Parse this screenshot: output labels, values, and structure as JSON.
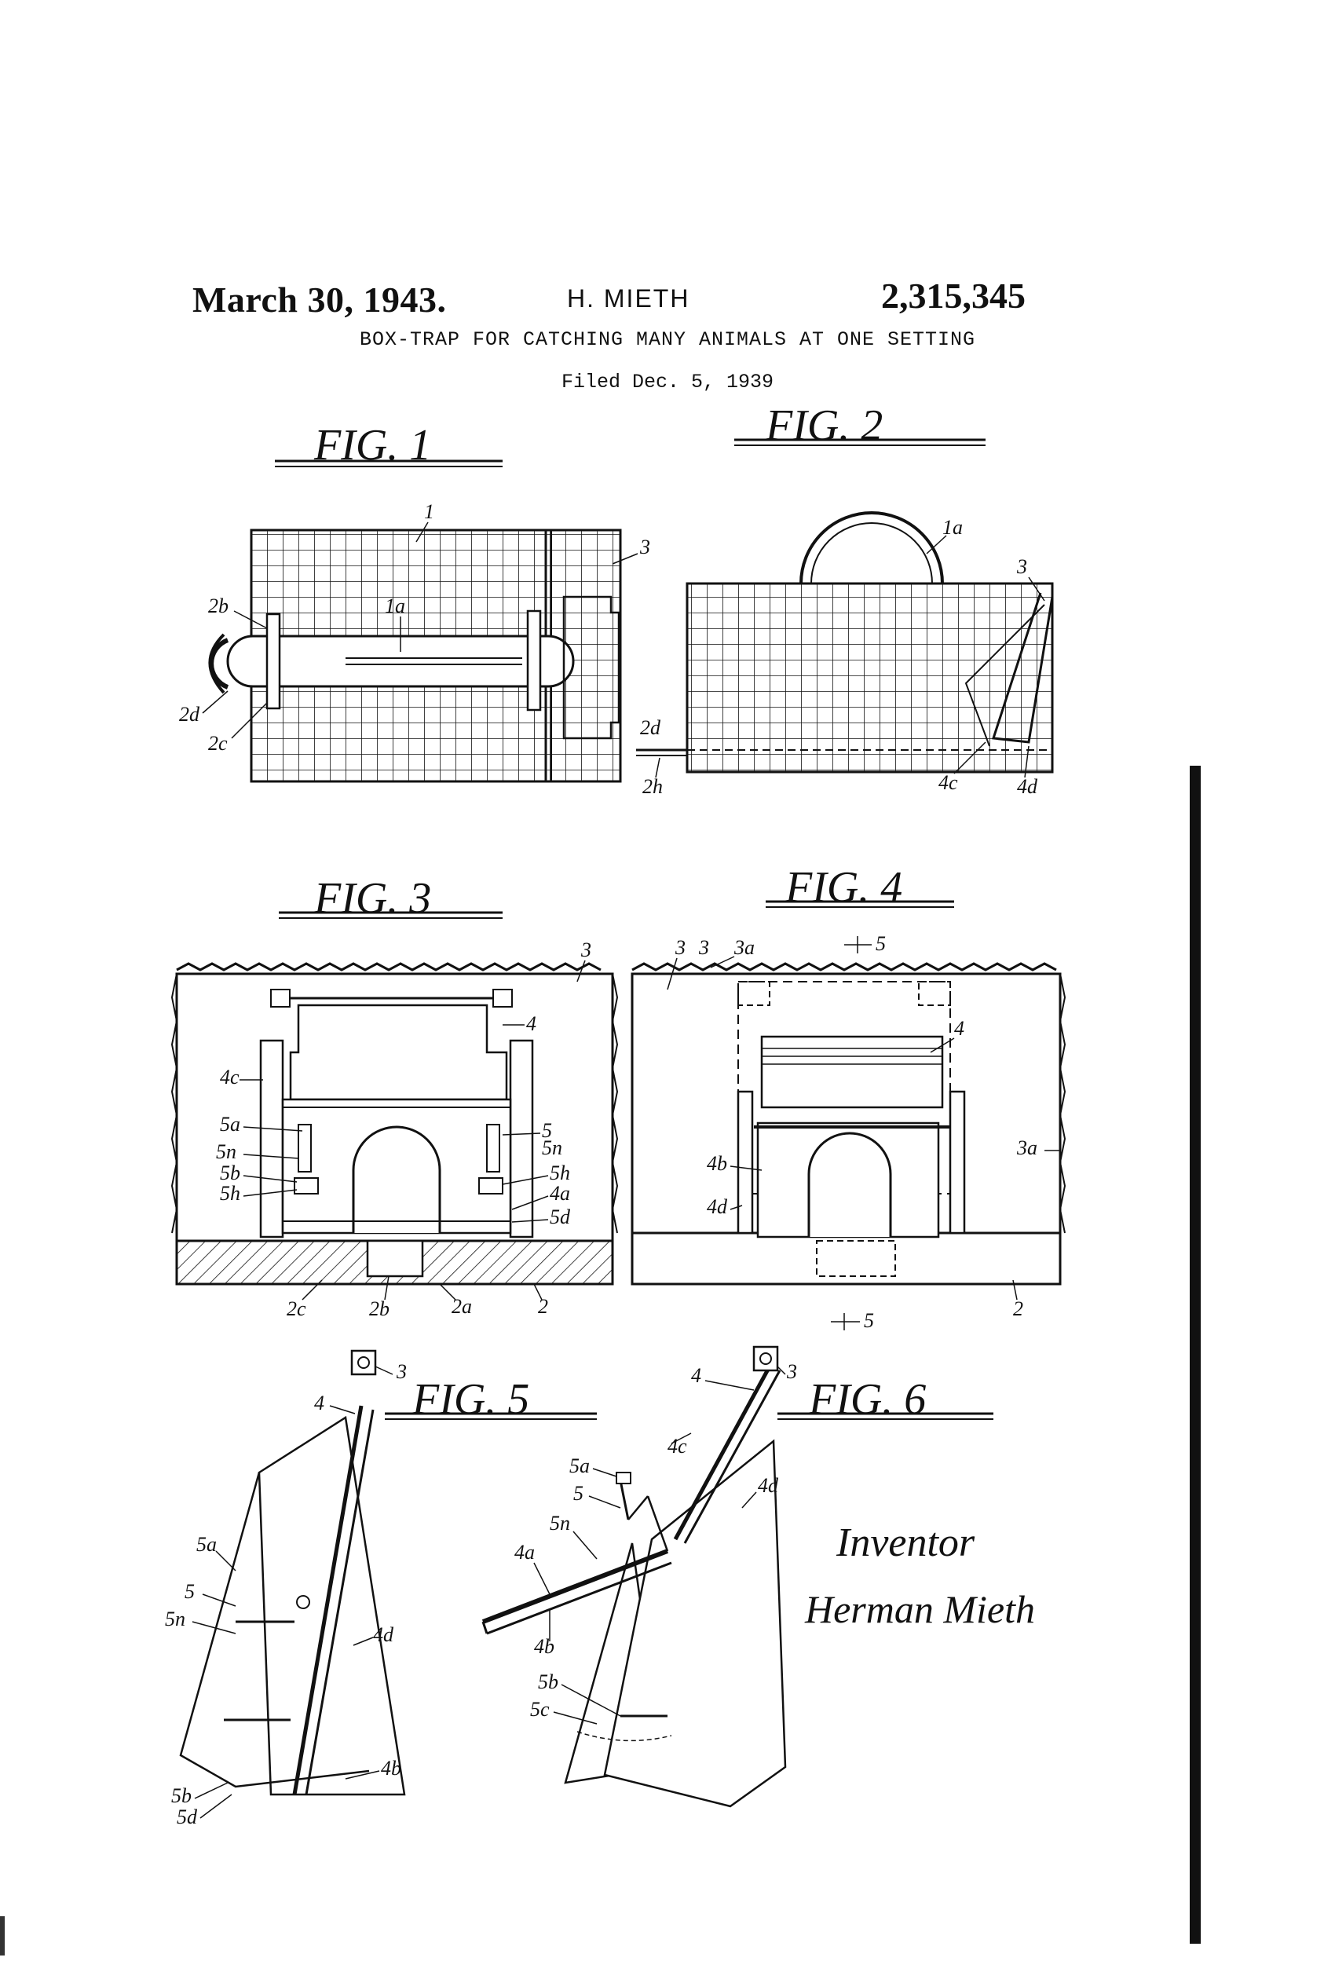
{
  "header": {
    "date": "March 30, 1943.",
    "inventor_short": "H. MIETH",
    "patent_number": "2,315,345",
    "title": "BOX-TRAP FOR CATCHING MANY ANIMALS AT ONE SETTING",
    "filed": "Filed Dec. 5, 1939"
  },
  "figures": {
    "fig1": {
      "label": "FIG. 1",
      "refs": {
        "r1": "1",
        "r3": "3",
        "r2b": "2b",
        "r1a": "1a",
        "r2d": "2d",
        "r2c": "2c"
      }
    },
    "fig2": {
      "label": "FIG. 2",
      "refs": {
        "r1a": "1a",
        "r3": "3",
        "r2d": "2d",
        "r2h": "2h",
        "r4c": "4c",
        "r4d": "4d"
      }
    },
    "fig3": {
      "label": "FIG. 3",
      "refs": {
        "r3": "3",
        "r4": "4",
        "r4c": "4c",
        "r5a": "5a",
        "r5n": "5n",
        "r5b": "5b",
        "r5h": "5h",
        "r5": "5",
        "r5n2": "5n",
        "r5h2": "5h",
        "r4a": "4a",
        "r5d": "5d",
        "r2c": "2c",
        "r2b": "2b",
        "r2a": "2a",
        "r2": "2"
      }
    },
    "fig4": {
      "label": "FIG. 4",
      "refs": {
        "r3": "3",
        "r3b": "3",
        "r3a": "3a",
        "r5top": "5",
        "r4": "4",
        "r3a2": "3a",
        "r4b": "4b",
        "r4d": "4d",
        "r5bot": "5",
        "r2": "2"
      }
    },
    "fig5": {
      "label": "FIG. 5",
      "refs": {
        "r3": "3",
        "r4": "4",
        "r5a": "5a",
        "r5": "5",
        "r5n": "5n",
        "r4d": "4d",
        "r4b": "4b",
        "r5b": "5b",
        "r5d": "5d"
      }
    },
    "fig6": {
      "label": "FIG. 6",
      "refs": {
        "r4": "4",
        "r3": "3",
        "r4c": "4c",
        "r4d": "4d",
        "r5a": "5a",
        "r5": "5",
        "r5n": "5n",
        "r4a": "4a",
        "r4b": "4b",
        "r5b": "5b",
        "r5c": "5c"
      }
    }
  },
  "signature": {
    "label": "Inventor",
    "name": "Herman Mieth"
  }
}
